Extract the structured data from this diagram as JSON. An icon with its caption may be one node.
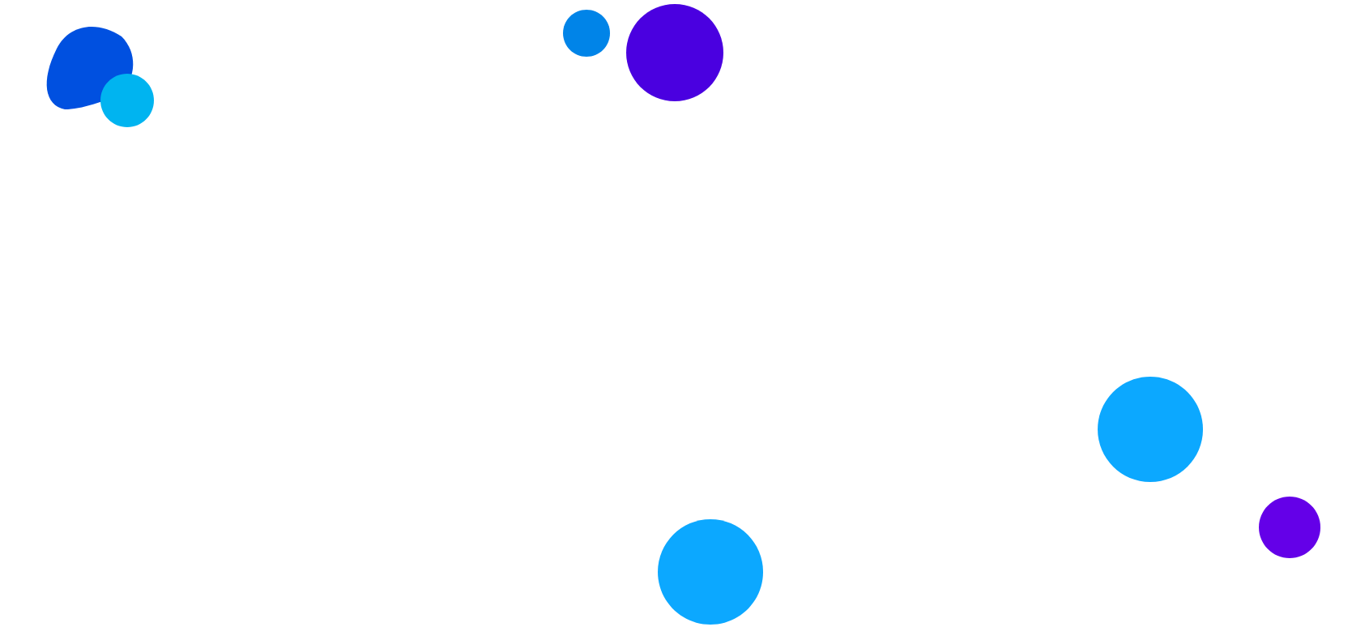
{
  "diagram": {
    "nodes": [
      {
        "text": [],
        "shape": "blob"
      },
      {
        "text": [],
        "shape": "circle"
      },
      {
        "text": [],
        "shape": "circle"
      },
      {
        "text": [],
        "shape": "circle"
      },
      {
        "text": [],
        "shape": "circle"
      },
      {
        "text": [],
        "shape": "circle"
      },
      {
        "text": [],
        "shape": "circle"
      }
    ]
  }
}
